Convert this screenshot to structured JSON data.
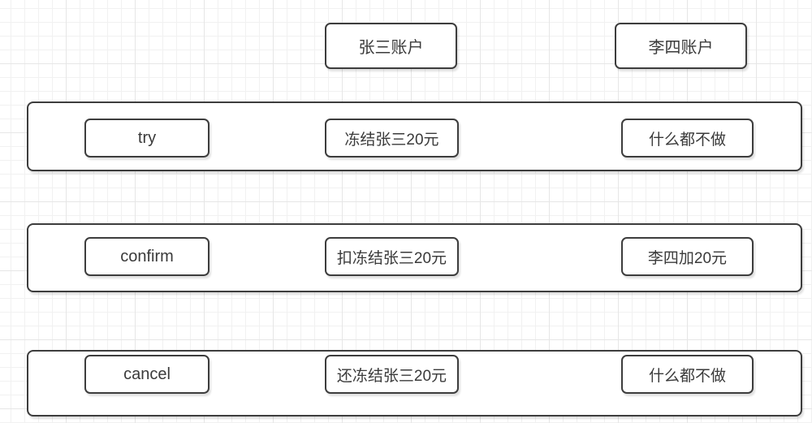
{
  "diagram": {
    "title_hint": "TCC transaction phases diagram",
    "accounts": [
      {
        "id": "zhangsan",
        "label": "张三账户"
      },
      {
        "id": "lisi",
        "label": "李四账户"
      }
    ],
    "phases": [
      {
        "action": "try",
        "zhangsan_op": "冻结张三20元",
        "lisi_op": "什么都不做"
      },
      {
        "action": "confirm",
        "zhangsan_op": "扣冻结张三20元",
        "lisi_op": "李四加20元"
      },
      {
        "action": "cancel",
        "zhangsan_op": "还冻结张三20元",
        "lisi_op": "什么都不做"
      }
    ],
    "colors": {
      "shape_border": "#3d3d3d",
      "shape_fill": "#ffffff",
      "text": "#3a3a3a",
      "grid_minor": "#f1f1f1",
      "grid_major": "#e6e6e6",
      "canvas_bg": "#ffffff"
    }
  }
}
